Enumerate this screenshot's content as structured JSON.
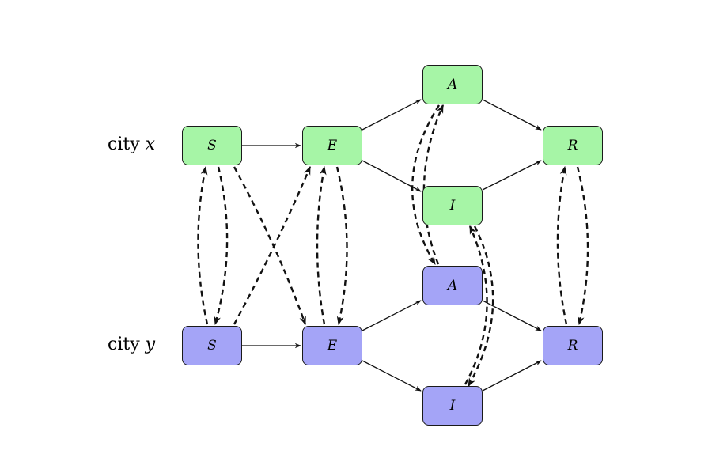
{
  "rows": {
    "x": {
      "word": "city",
      "variable": "x"
    },
    "y": {
      "word": "city",
      "variable": "y"
    }
  },
  "colors": {
    "city_x_fill": "#a6f5a6",
    "city_y_fill": "#a4a4f7",
    "stroke": "#1a1a1a"
  },
  "nodes": {
    "x_S": "S",
    "x_E": "E",
    "x_A": "A",
    "x_I": "I",
    "x_R": "R",
    "y_S": "S",
    "y_E": "E",
    "y_A": "A",
    "y_I": "I",
    "y_R": "R"
  }
}
